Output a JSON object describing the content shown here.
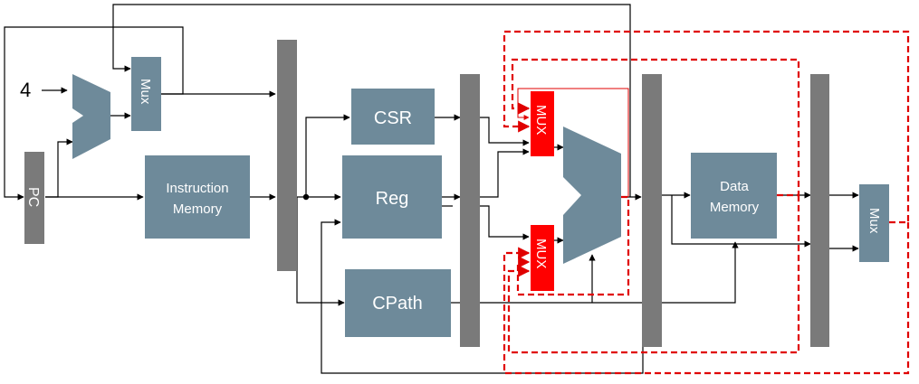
{
  "constant": "4",
  "labels": {
    "pc": "PC",
    "mux_top": "Mux",
    "instruction_memory_1": "Instruction",
    "instruction_memory_2": "Memory",
    "csr": "CSR",
    "reg": "Reg",
    "cpath": "CPath",
    "mux_red_top": "MUX",
    "mux_red_bottom": "MUX",
    "data_memory_1": "Data",
    "data_memory_2": "Memory",
    "mux_right": "Mux"
  },
  "colors": {
    "block": "#6e8a9a",
    "pipeline_register": "#7a7a7a",
    "highlight": "#ff0000",
    "highlight_path": "#e00000"
  }
}
